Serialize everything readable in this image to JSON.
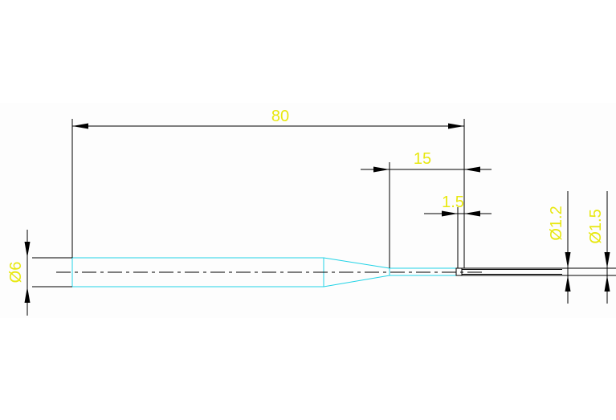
{
  "colors": {
    "paper": "#ffffff",
    "part_outline": "#22d3e6",
    "dimension_lines": "#000000",
    "dimension_text": "#e8e810"
  },
  "dimensions": {
    "overall_length": "80",
    "taper_section_length": "15",
    "tip_length": "1.5",
    "shank_diameter": "Ø6",
    "inner_diameter": "Ø1.2",
    "outer_diameter": "Ø1.5"
  }
}
